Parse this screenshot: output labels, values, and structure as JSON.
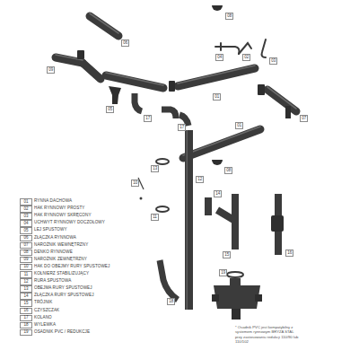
{
  "diagram": {
    "labels": [
      "01",
      "02",
      "03",
      "04",
      "05",
      "06",
      "07",
      "08",
      "09",
      "10",
      "11",
      "12",
      "13",
      "14",
      "15",
      "16",
      "17",
      "18",
      "19",
      "RYNNA DACHOWA",
      "HAK RYNNOWY PROSTY",
      "HAK RYNNOWY SKRĘCONY",
      "UCHWYT RYNNOWY DOCZOŁOWY",
      "LEJ SPUSTOWY",
      "ZŁĄCZKA RYNNOWA",
      "NAROŻNIK WEWNĘTRZNY",
      "DENKO RYNNOWE",
      "NAROŻNIK ZEWNĘTRZNY",
      "HAK DO OBEJMY RURY SPUSTOWEJ",
      "KOŁNIERZ STABILIZUJĄCY",
      "RURA SPUSTOWA",
      "OBEJMA RURY SPUSTOWEJ",
      "ZŁĄCZKA RURY SPUSTOWEJ",
      "TRÓJNIK",
      "CZYSZCZAK",
      "KOLANO",
      "WYLEWKA",
      "OSADNIK PVC / REDUKCJE",
      "08",
      "06",
      "09",
      "01",
      "05",
      "04",
      "02",
      "03",
      "01",
      "07",
      "17",
      "17",
      "13",
      "10",
      "11",
      "12",
      "14",
      "15",
      "16",
      "08",
      "18",
      "19",
      "* Osadnik PVC jest kompatybilny z systemem rynnowym BRYZA STAL przy zastosowaniu redukcji 110/90 lub 110/102"
    ]
  }
}
